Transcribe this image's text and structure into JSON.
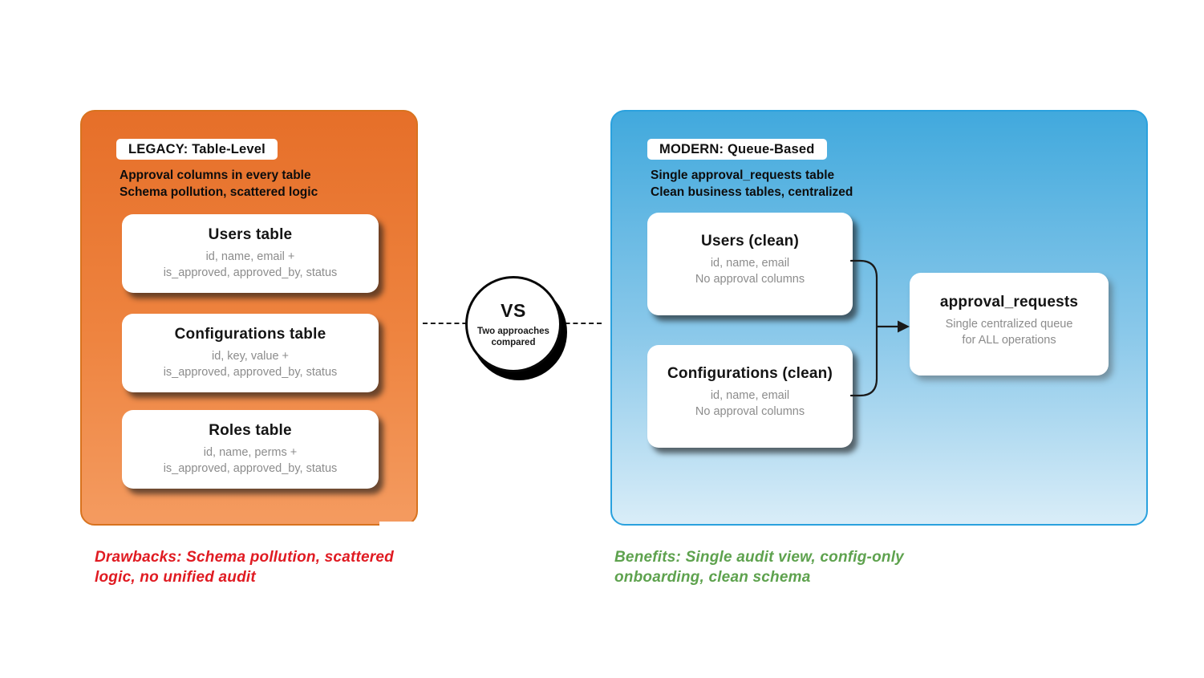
{
  "legacy_panel": {
    "badge": "LEGACY: Table-Level",
    "subtitle_line1": "Approval columns in every table",
    "subtitle_line2": "Schema pollution, scattered logic",
    "cards": [
      {
        "title": "Users table",
        "line1": "id, name, email +",
        "line2": "is_approved, approved_by, status"
      },
      {
        "title": "Configurations table",
        "line1": "id, key, value +",
        "line2": "is_approved, approved_by, status"
      },
      {
        "title": "Roles table",
        "line1": "id, name, perms +",
        "line2": "is_approved, approved_by, status"
      }
    ],
    "footer_label": "Drawbacks:",
    "footer_text": " Schema pollution, scattered logic, no unified audit",
    "colors": {
      "gradient_top": "#e66f29",
      "gradient_bottom": "#f49b60",
      "border": "#d8731f",
      "footer_text_color": "#e01b22"
    }
  },
  "modern_panel": {
    "badge": "MODERN: Queue-Based",
    "subtitle_line1": "Single approval_requests table",
    "subtitle_line2": "Clean business tables, centralized",
    "cards": [
      {
        "title": "Users (clean)",
        "line1": "id, name, email",
        "line2": "No approval columns"
      },
      {
        "title": "Configurations (clean)",
        "line1": "id, name, email",
        "line2": "No approval columns"
      }
    ],
    "queue_card": {
      "title": "approval_requests",
      "line1": "Single centralized queue",
      "line2": "for ALL operations"
    },
    "footer_label": "Benefits:",
    "footer_text": " Single audit view, config-only onboarding, clean schema",
    "colors": {
      "gradient_top": "#41a9dd",
      "gradient_bottom": "#d9edf8",
      "border": "#2aa1de",
      "footer_text_color": "#5ea24e"
    }
  },
  "versus": {
    "label": "VS",
    "caption": "Two approaches compared"
  }
}
